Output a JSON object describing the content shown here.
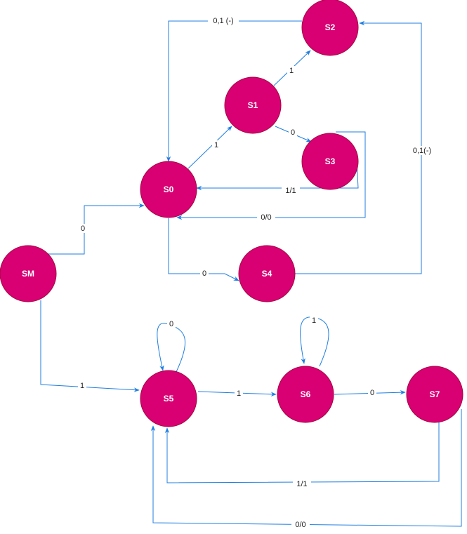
{
  "diagram": {
    "colors": {
      "node_fill": "#d80073",
      "node_stroke": "#a50040",
      "edge": "#1f7ee0",
      "label_text": "#222222"
    },
    "states": {
      "sm": "SM",
      "s0": "S0",
      "s1": "S1",
      "s2": "S2",
      "s3": "S3",
      "s4": "S4",
      "s5": "S5",
      "s6": "S6",
      "s7": "S7"
    },
    "transitions": {
      "sm_s0": "0",
      "sm_s5": "1",
      "s0_s1": "1",
      "s1_s2": "1",
      "s1_s3": "0",
      "s3_s0_a": "1/1",
      "s3_s0_b": "0/0",
      "s2_s0": "0,1 (-)",
      "s0_s4": "0",
      "s4_s2": "0,1(-)",
      "s5_s5": "0",
      "s5_s6": "1",
      "s6_s6": "1",
      "s6_s7": "0",
      "s7_s5_a": "1/1",
      "s7_s5_b": "0/0"
    }
  }
}
